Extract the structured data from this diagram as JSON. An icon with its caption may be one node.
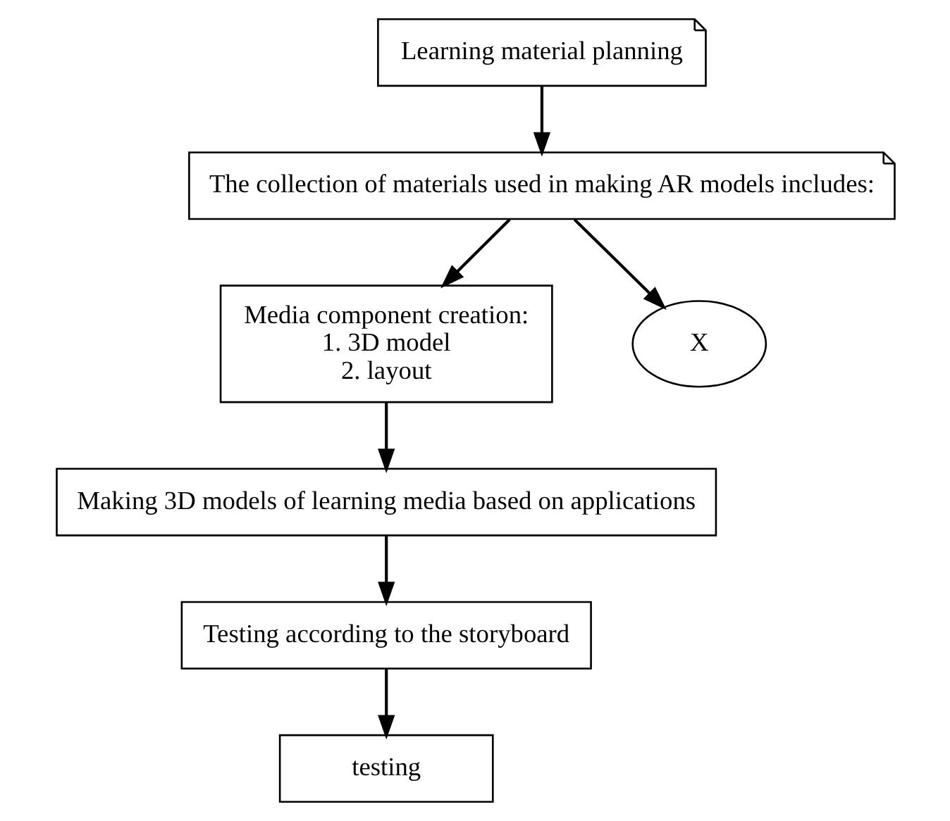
{
  "diagram": {
    "nodes": [
      {
        "text": [
          "Learning material planning"
        ]
      },
      {
        "text": [
          "Media component creation:",
          "1. 3D model",
          "2. layout"
        ]
      },
      {
        "text": [
          "The collection of materials used in making AR models includes:"
        ]
      },
      {
        "text": [
          "Making 3D models of learning media based on applications"
        ]
      },
      {
        "text": [
          "Testing according to the storyboard"
        ]
      },
      {
        "text": [
          "testing"
        ]
      },
      {
        "text": [
          "X"
        ]
      }
    ],
    "edges": [
      {
        "from": 0,
        "to": 2,
        "arrow": "to"
      },
      {
        "from": 2,
        "to": 1,
        "arrow": "to"
      },
      {
        "from": 1,
        "to": 3,
        "arrow": "to"
      },
      {
        "from": 3,
        "to": 4,
        "arrow": "to"
      },
      {
        "from": 4,
        "to": 5,
        "arrow": "to"
      },
      {
        "from": 2,
        "to": 6,
        "arrow": "to"
      }
    ]
  }
}
